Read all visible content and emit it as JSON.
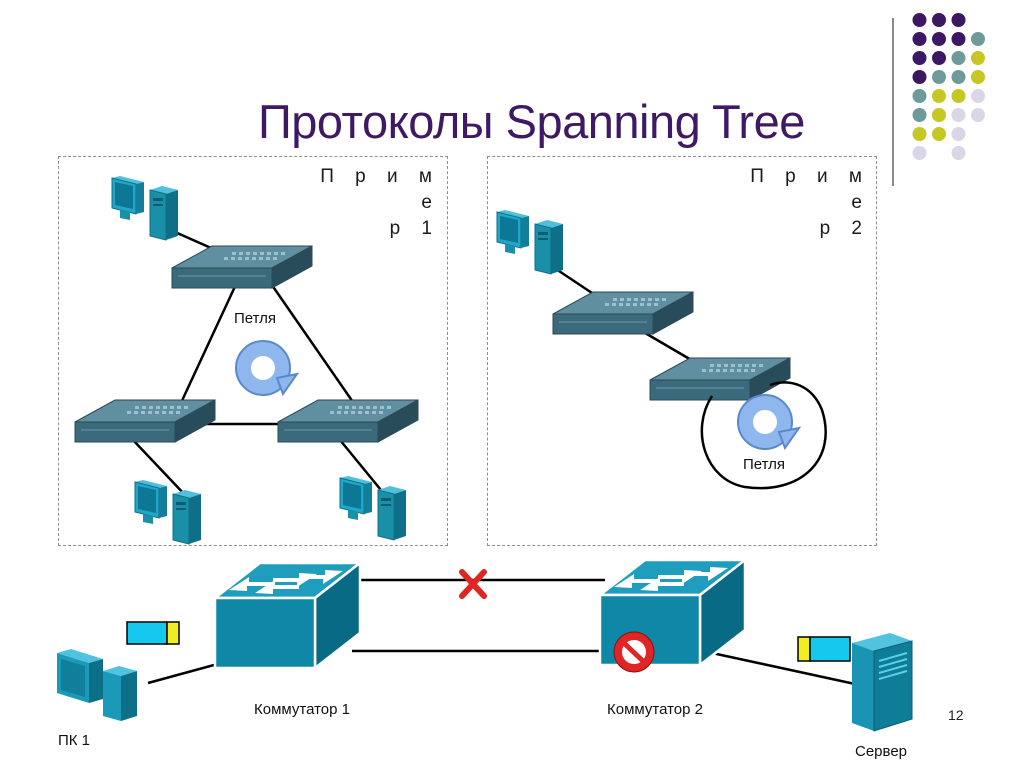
{
  "slide": {
    "title": "Протоколы Spanning Tree",
    "page_number": "12"
  },
  "example1": {
    "title_line1": "П р и м е",
    "title_line2": "р 1",
    "loop_label": "Петля"
  },
  "example2": {
    "title_line1": "П р и м е",
    "title_line2": "р 2",
    "loop_label": "Петля"
  },
  "bottom": {
    "switch1_label": "Коммутатор 1",
    "switch2_label": "Коммутатор 2",
    "pc_label": "ПК 1",
    "server_label": "Сервер"
  },
  "colors": {
    "title": "#3d1a63",
    "device_teal": "#1a8fa8",
    "switch_body": "#3c6e80",
    "frame_cyan": "#14c8ee",
    "frame_yellow": "#f0ee22",
    "block_red": "#e02525",
    "dot_purple": "#3b1764",
    "dot_teal": "#6f9a9a",
    "dot_olive": "#c6c625",
    "dot_lavender": "#d9d6e6"
  }
}
